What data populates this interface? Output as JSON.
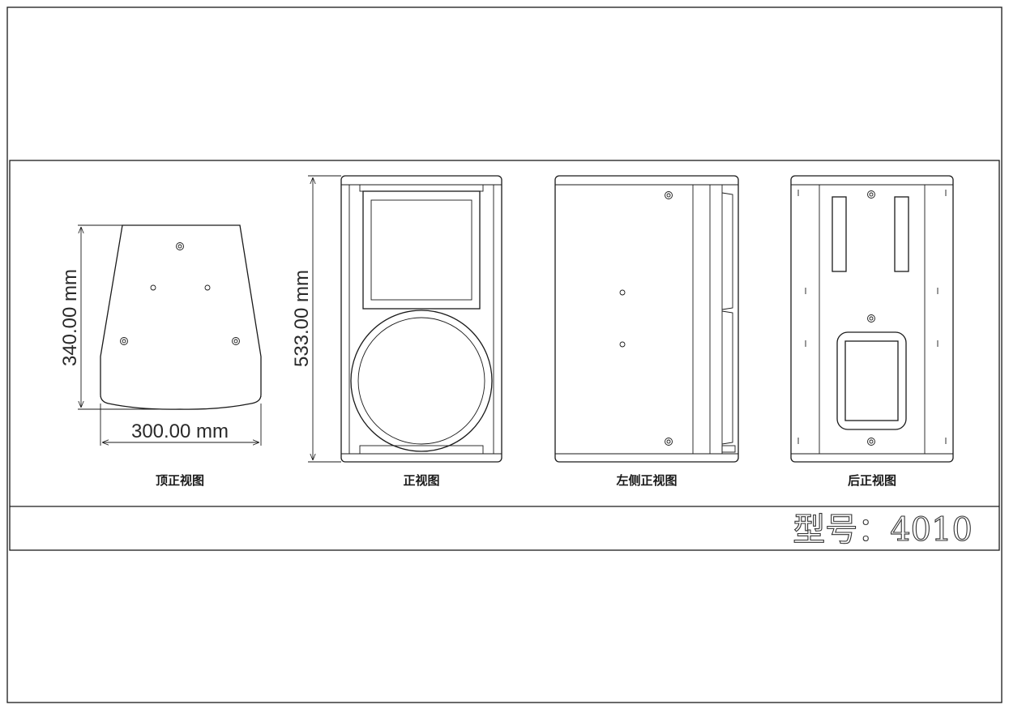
{
  "title_block": {
    "model": "型号：4010"
  },
  "views": {
    "top": {
      "caption": "顶正视图",
      "height_dim": "340.00 mm",
      "width_dim": "300.00 mm"
    },
    "front": {
      "caption": "正视图",
      "height_dim": "533.00 mm"
    },
    "left": {
      "caption": "左侧正视图"
    },
    "rear": {
      "caption": "后正视图"
    }
  }
}
